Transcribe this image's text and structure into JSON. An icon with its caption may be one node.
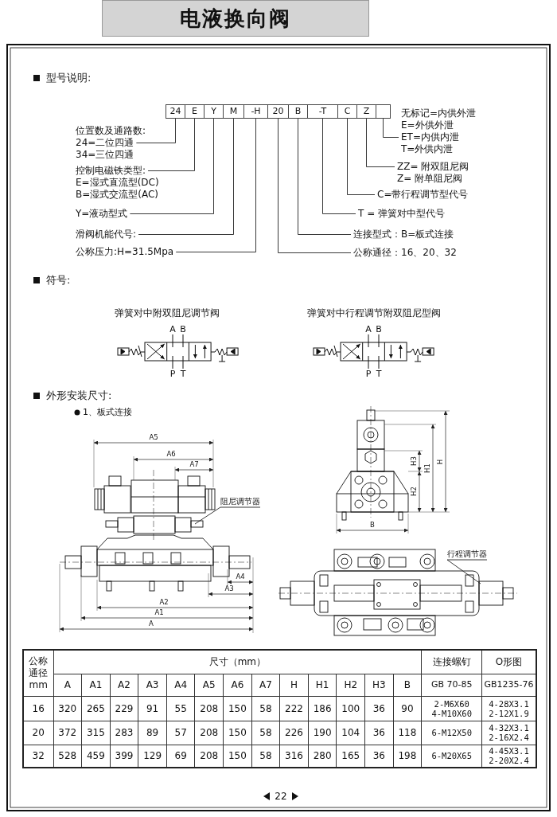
{
  "diagram": {
    "title": "电液换向阀",
    "nodes": [
      {
        "text": [
          "24"
        ]
      },
      {
        "text": [
          "E"
        ]
      },
      {
        "text": [
          "Y"
        ]
      },
      {
        "text": [
          "M"
        ]
      },
      {
        "text": [
          "-H"
        ]
      },
      {
        "text": [
          "20"
        ]
      },
      {
        "text": [
          "B"
        ]
      },
      {
        "text": [
          "-T"
        ]
      },
      {
        "text": [
          "C"
        ]
      },
      {
        "text": [
          "Z"
        ]
      },
      {
        "text": [],
        "shape": "box"
      },
      {
        "text": [
          "位置数及通路数:",
          "24=二位四通",
          "34=三位四通"
        ]
      },
      {
        "text": [
          "控制电磁铁类型:",
          "E=湿式直流型(DC)",
          "B=湿式交流型(AC)"
        ]
      },
      {
        "text": [
          "Y=液动型式"
        ]
      },
      {
        "text": [
          "滑阀机能代号:"
        ]
      },
      {
        "text": [
          "公称压力:H=31.5Mpa"
        ]
      },
      {
        "text": [
          "无标记=内供外泄",
          "E=外供外泄",
          "ET=内供内泄",
          "T=外供内泄"
        ]
      },
      {
        "text": [
          "ZZ= 附双阻尼阀",
          "Z= 附单阻尼阀"
        ]
      },
      {
        "text": [
          "C=带行程调节型代号"
        ]
      },
      {
        "text": [
          "T = 弹簧对中型代号"
        ]
      },
      {
        "text": [
          "连接型式：B=板式连接"
        ]
      },
      {
        "text": [
          "公称通径：16、20、32"
        ]
      },
      {
        "text": [
          "阻尼调节器"
        ]
      },
      {
        "text": [
          "行程调节器"
        ]
      }
    ],
    "edges": [
      {
        "from": 11,
        "to": 0,
        "arrow": "none"
      },
      {
        "from": 12,
        "to": 1,
        "arrow": "none"
      },
      {
        "from": 13,
        "to": 2,
        "arrow": "none"
      },
      {
        "from": 14,
        "to": 3,
        "arrow": "none"
      },
      {
        "from": 15,
        "to": 4,
        "arrow": "none"
      },
      {
        "from": 16,
        "to": 10,
        "arrow": "none"
      },
      {
        "from": 17,
        "to": 9,
        "arrow": "none"
      },
      {
        "from": 18,
        "to": 8,
        "arrow": "none"
      },
      {
        "from": 19,
        "to": 7,
        "arrow": "none"
      },
      {
        "from": 20,
        "to": 6,
        "arrow": "none"
      },
      {
        "from": 21,
        "to": 5,
        "arrow": "none"
      },
      {
        "from": 22,
        "to": null,
        "arrow": "none"
      },
      {
        "from": 23,
        "to": null,
        "arrow": "none"
      }
    ],
    "labels": [
      "型号说明:",
      "符号:",
      "弹簧对中附双阻尼调节阀",
      "弹簧对中行程调节附双阻尼型阀",
      "A",
      "B",
      "P",
      "T",
      "A",
      "B",
      "P",
      "T",
      "外形安装尺寸:",
      "1、板式连接",
      "A5",
      "A6",
      "A7",
      "A4",
      "A3",
      "A2",
      "A1",
      "A",
      "H3",
      "H2",
      "H1",
      "H",
      "B",
      "公称通径mm",
      "尺寸（mm）",
      "连接螺钉",
      "O形图",
      "A",
      "A1",
      "A2",
      "A3",
      "A4",
      "A5",
      "A6",
      "A7",
      "H",
      "H1",
      "H2",
      "H3",
      "B",
      "GB 70-85",
      "GB1235-76",
      "16",
      "320",
      "265",
      "229",
      "91",
      "55",
      "208",
      "150",
      "58",
      "222",
      "186",
      "100",
      "36",
      "90",
      "2-M6X60 4-M10X60",
      "4-28X3.1 2-12X1.9",
      "20",
      "372",
      "315",
      "283",
      "89",
      "57",
      "208",
      "150",
      "58",
      "226",
      "190",
      "104",
      "36",
      "118",
      "6-M12X50",
      "4-32X3.1 2-16X2.4",
      "32",
      "528",
      "459",
      "399",
      "129",
      "69",
      "208",
      "150",
      "58",
      "316",
      "280",
      "165",
      "36",
      "198",
      "6-M20X65",
      "4-45X3.1 2-20X2.4",
      "22"
    ]
  }
}
